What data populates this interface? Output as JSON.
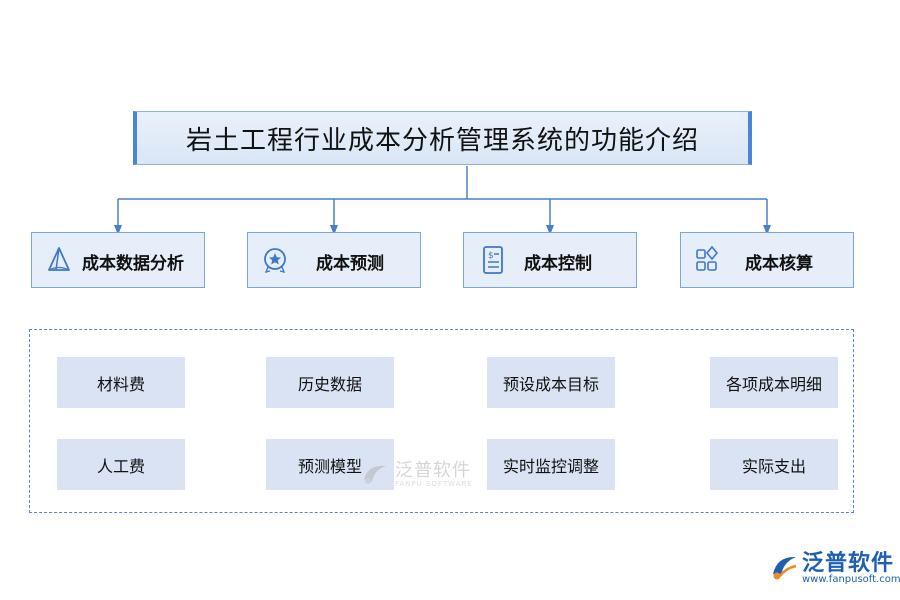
{
  "title": "岩土工程行业成本分析管理系统的功能介绍",
  "categories": [
    {
      "label": "成本数据分析",
      "icon": "pyramid-icon"
    },
    {
      "label": "成本预测",
      "icon": "star-badge-icon"
    },
    {
      "label": "成本控制",
      "icon": "dollar-document-icon"
    },
    {
      "label": "成本核算",
      "icon": "grid-shapes-icon"
    }
  ],
  "items": {
    "row1": [
      "材料费",
      "历史数据",
      "预设成本目标",
      "各项成本明细"
    ],
    "row2": [
      "人工费",
      "预测模型",
      "实时监控调整",
      "实际支出"
    ]
  },
  "watermarks": {
    "center_cn": "泛普软件",
    "center_en": "FANPU SOFTWARE",
    "corner_cn": "泛普软件",
    "corner_url": "www.fanpusoft.com"
  },
  "colors": {
    "accent": "#4a86d8",
    "connector": "#4a7fc8",
    "box_fill": "#e6eef9",
    "item_fill": "#dae3f3",
    "brand": "#1e5fb3"
  }
}
